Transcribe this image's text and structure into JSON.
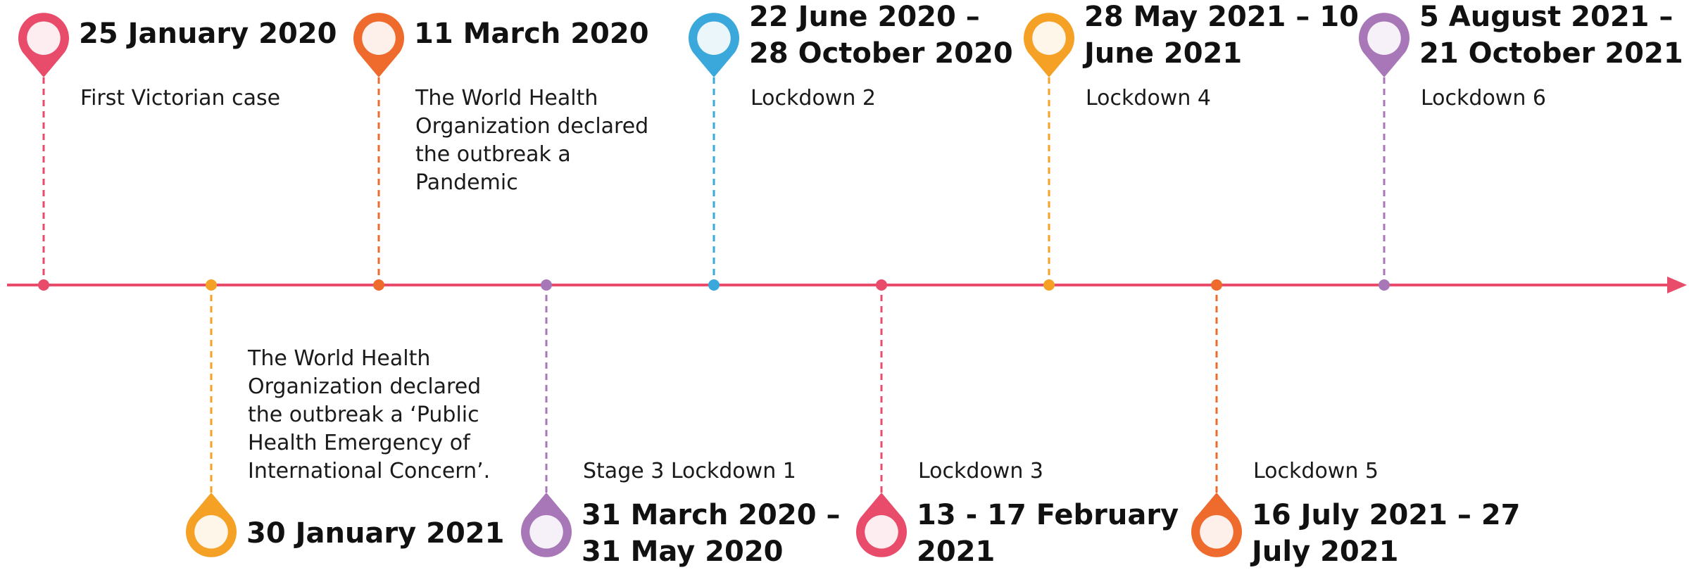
{
  "events": [
    {
      "date": "25 January 2020",
      "description": "First Victorian case",
      "color": "#E94B6A",
      "side": "top"
    },
    {
      "date": "30 January 2021",
      "description": "The World Health\nOrganization declared\nthe outbreak a ‘Public\nHealth Emergency of\nInternational Concern’.",
      "color": "#F4A125",
      "side": "bottom"
    },
    {
      "date": "11 March 2020",
      "description": "The World Health\nOrganization declared\nthe outbreak a\nPandemic",
      "color": "#EE6B2D",
      "side": "top"
    },
    {
      "date": "31 March 2020 –\n31 May 2020",
      "description": "Stage 3 Lockdown 1",
      "color": "#A877B8",
      "side": "bottom"
    },
    {
      "date": "22 June 2020 –\n28 October 2020",
      "description": "Lockdown 2",
      "color": "#3AA8DB",
      "side": "top"
    },
    {
      "date": "13 - 17 February\n2021",
      "description": "Lockdown 3",
      "color": "#E94B6A",
      "side": "bottom"
    },
    {
      "date": "28 May 2021 – 10\nJune 2021",
      "description": "Lockdown 4",
      "color": "#F4A125",
      "side": "top"
    },
    {
      "date": "16 July 2021 – 27\nJuly 2021",
      "description": "Lockdown 5",
      "color": "#EE6B2D",
      "side": "bottom"
    },
    {
      "date": "5 August 2021 –\n21 October 2021",
      "description": "Lockdown 6",
      "color": "#A877B8",
      "side": "top"
    }
  ],
  "axis_color": "#E94B6A"
}
